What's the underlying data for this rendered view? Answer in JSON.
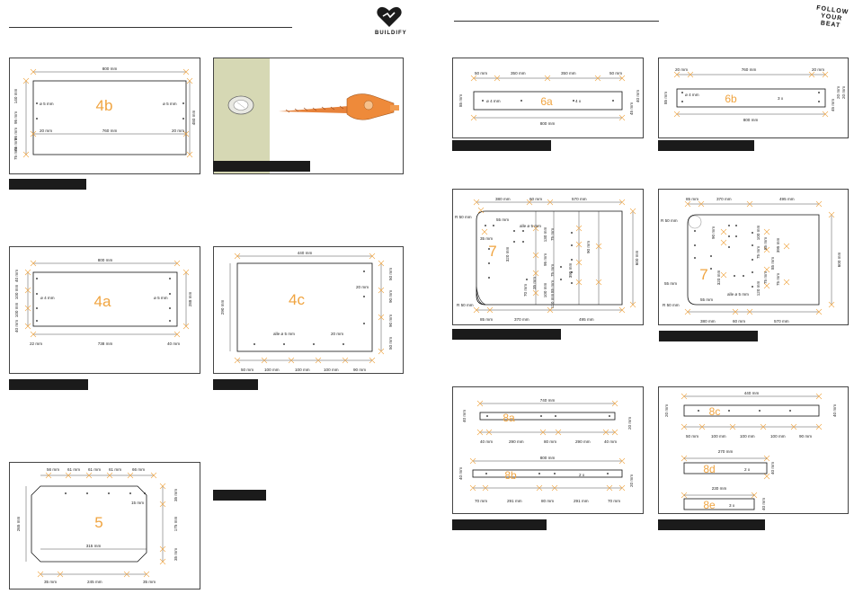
{
  "brand": {
    "name": "BUILDIFY",
    "slogan": [
      "FOLLOW",
      "YOUR",
      "BEAT"
    ],
    "accent_color": "#f0a440"
  },
  "parts": {
    "p4b": {
      "label": "4b",
      "width": "800 mm",
      "height": "480 mm",
      "inner": "760 mm",
      "left_x": "20 mm",
      "right_x": "20 mm",
      "left_dia": "ø 5 mm",
      "right_dia": "ø 5 mm",
      "left_dims": [
        "140 mm",
        "95 mm",
        "95 mm",
        "65 mm",
        "75 mm"
      ]
    },
    "p4a": {
      "label": "4a",
      "width": "800 mm",
      "height": "288 mm",
      "bottom_left": "22 mm",
      "bottom_mid": "738 mm",
      "bottom_right": "40 mm",
      "left_dia": "ø 4 mm",
      "right_dia": "ø 5 mm",
      "left_dims": [
        "40 mm",
        "100 mm",
        "100 mm",
        "40 mm"
      ]
    },
    "p4c": {
      "label": "4c",
      "width": "440 mm",
      "height": "290 mm",
      "note": "alle ø 5 mm",
      "inner": "20 mm",
      "right_top": "20 mm",
      "right_dims": [
        "50 mm",
        "90 mm",
        "90 mm",
        "50 mm"
      ],
      "bottom_dims": [
        "50 mm",
        "100 mm",
        "100 mm",
        "100 mm",
        "90 mm"
      ]
    },
    "p5": {
      "label": "5",
      "top_dims": [
        "56 mm",
        "61 mm",
        "61 mm",
        "61 mm",
        "66 mm"
      ],
      "height": "265 mm",
      "inner": "315 mm",
      "corner": "15 mm",
      "right_dims": [
        "35 mm",
        "175 mm",
        "35 mm"
      ],
      "bottom_dims": [
        "35 mm",
        "245 mm",
        "35 mm"
      ]
    },
    "p6a": {
      "label": "6a",
      "count": "4 x",
      "dia": "ø 4 mm",
      "top_dims": [
        "50 mm",
        "350 mm",
        "350 mm",
        "50 mm"
      ],
      "width": "800 mm",
      "height": "85 mm",
      "right_dims": [
        "45 mm",
        "40 mm"
      ]
    },
    "p6b": {
      "label": "6b",
      "count": "3 x",
      "dia": "ø 4 mm",
      "top_dims": [
        "20 mm",
        "760 mm",
        "20 mm"
      ],
      "width": "800 mm",
      "height": "85 mm",
      "right_dims": [
        "45 mm",
        "20 mm",
        "20 mm"
      ]
    },
    "p7a": {
      "label": "7",
      "top_dims": [
        "380 mm",
        "60 mm",
        "570 mm"
      ],
      "height": "600 mm",
      "radius": "R 50 mm",
      "radius2": "R 50 mm",
      "note": "alle ø 5 mm",
      "bottom_dims": [
        "85 mm",
        "370 mm",
        "495 mm"
      ],
      "inner": [
        "55 mm",
        "35 mm",
        "320 mm",
        "130 mm",
        "95 mm",
        "75 mm",
        "100 mm",
        "75 mm",
        "85 mm",
        "395 mm",
        "120 mm",
        "70 mm",
        "35 mm",
        "90 mm"
      ]
    },
    "p7b": {
      "label": "7",
      "top_dims": [
        "85 mm",
        "370 mm",
        "495 mm"
      ],
      "height": "600 mm",
      "radius": "R 50 mm",
      "radius2": "R 50 mm",
      "note": "alle ø 5 mm",
      "bottom_dims": [
        "380 mm",
        "60 mm",
        "570 mm"
      ],
      "inner": [
        "55 mm",
        "55 mm",
        "90 mm",
        "320 mm",
        "100 mm",
        "75 mm",
        "85 mm",
        "395 mm",
        "120 mm",
        "75 mm",
        "75 mm",
        "85 mm"
      ]
    },
    "p8a": {
      "label": "8a",
      "width": "740 mm",
      "height": "40 mm",
      "right": "20 mm",
      "bottom_dims": [
        "40 mm",
        "290 mm",
        "80 mm",
        "290 mm",
        "40 mm"
      ]
    },
    "p8b": {
      "label": "8b",
      "count": "2 x",
      "width": "800 mm",
      "height": "40 mm",
      "right": "20 mm",
      "bottom_dims": [
        "70 mm",
        "291 mm",
        "80 mm",
        "291 mm",
        "70 mm"
      ]
    },
    "p8c": {
      "label": "8c",
      "width": "440 mm",
      "height": "40 mm",
      "left": "20 mm",
      "bottom_dims": [
        "50 mm",
        "100 mm",
        "100 mm",
        "100 mm",
        "90 mm"
      ]
    },
    "p8d": {
      "label": "8d",
      "count": "2 x",
      "width": "270 mm",
      "height": "40 mm"
    },
    "p8e": {
      "label": "8e",
      "count": "3 x",
      "width": "230 mm",
      "height": "40 mm"
    }
  }
}
